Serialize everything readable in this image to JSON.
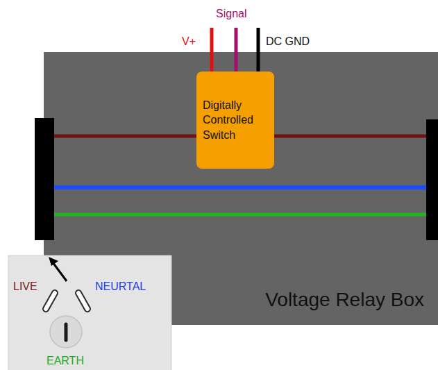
{
  "diagram": {
    "nodes": [
      {
        "text": [
          "Voltage Relay Box"
        ]
      },
      {
        "text": [
          "Digitally Controlled Switch"
        ],
        "in": 0
      }
    ],
    "labels": [
      "V+",
      "Signal",
      "DC GND",
      "LIVE",
      "NEURTAL",
      "EARTH"
    ]
  }
}
